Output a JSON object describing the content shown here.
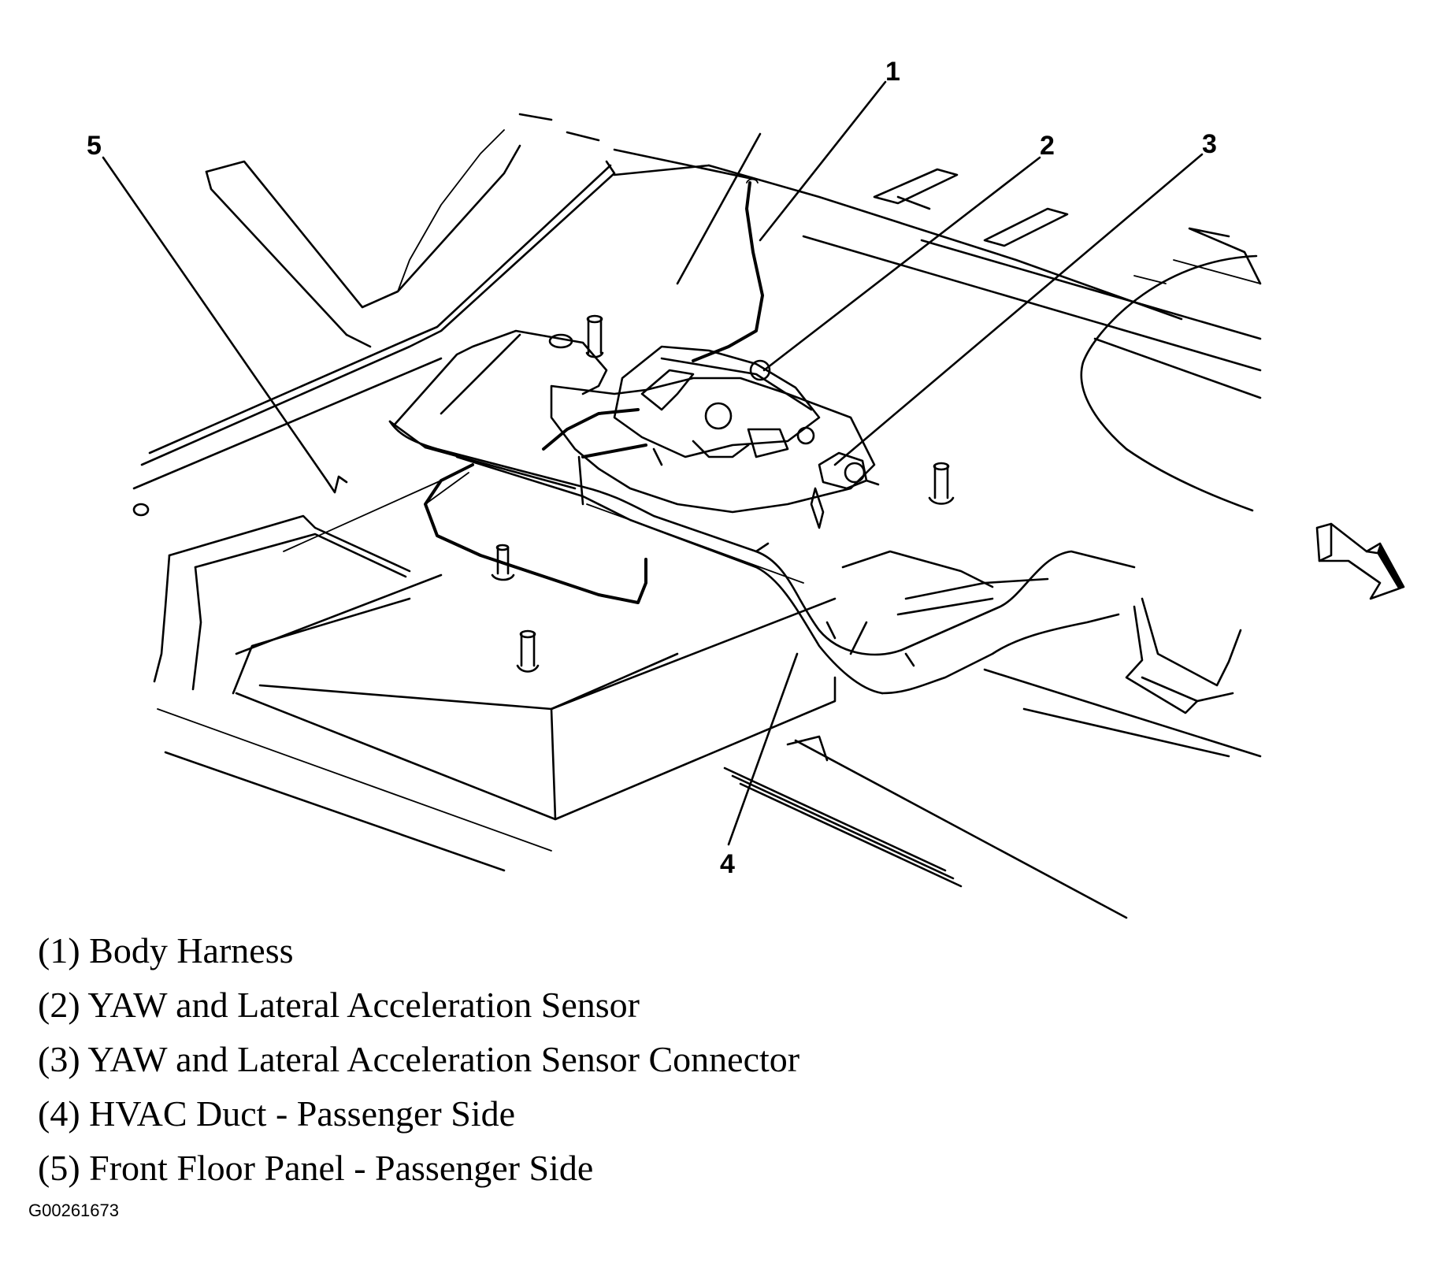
{
  "callouts": [
    {
      "num": "1"
    },
    {
      "num": "2"
    },
    {
      "num": "3"
    },
    {
      "num": "4"
    },
    {
      "num": "5"
    }
  ],
  "legend": [
    "(1) Body Harness",
    "(2) YAW and Lateral Acceleration Sensor",
    "(3) YAW and Lateral Acceleration Sensor Connector",
    "(4) HVAC Duct - Passenger Side",
    "(5) Front Floor Panel - Passenger Side"
  ],
  "figure_id": "G00261673",
  "icons": [
    "front-direction-arrow-icon"
  ]
}
